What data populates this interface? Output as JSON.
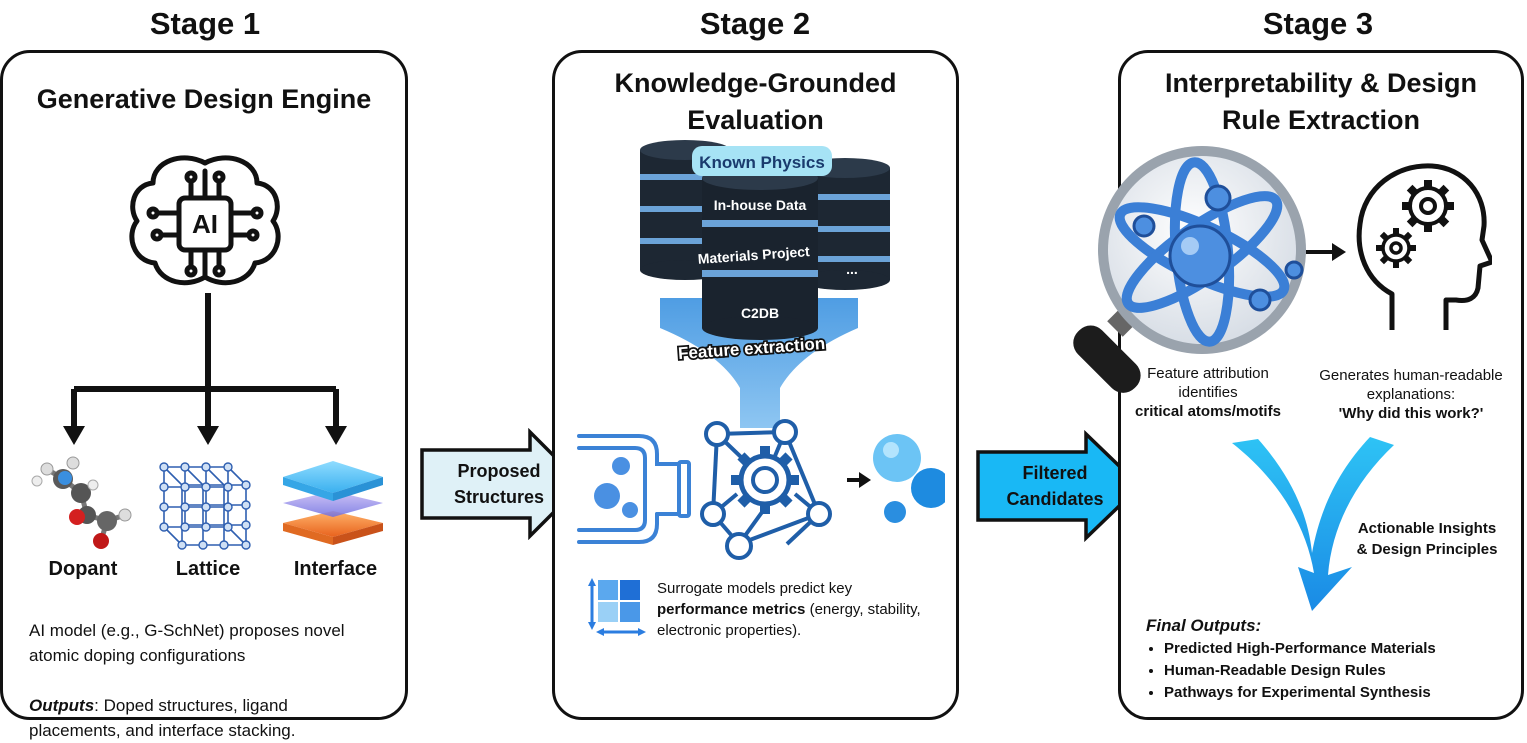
{
  "stages": [
    {
      "title": "Stage 1",
      "panel_title": "Generative Design Engine"
    },
    {
      "title": "Stage 2",
      "panel_title_line1": "Knowledge-Grounded",
      "panel_title_line2": "Evaluation"
    },
    {
      "title": "Stage 3",
      "panel_title_line1": "Interpretability & Design",
      "panel_title_line2": "Rule Extraction"
    }
  ],
  "stage1": {
    "ai_label": "AI",
    "structures": [
      "Dopant",
      "Lattice",
      "Interface"
    ],
    "description_line1": "AI model (e.g., G-SchNet) proposes novel",
    "description_line2": "atomic doping configurations",
    "outputs_label": "Outputs",
    "outputs_text": ": Doped structures, ligand",
    "outputs_line2": "placements, and interface stacking."
  },
  "arrow1": {
    "line1": "Proposed",
    "line2": "Structures"
  },
  "arrow2": {
    "line1": "Filtered",
    "line2": "Candidates"
  },
  "stage2": {
    "databases": [
      "Known Physics",
      "In-house Data",
      "Materials Project",
      "C2DB",
      "..."
    ],
    "funnel_label": "Feature extraction",
    "surrogate_line1": "Surrogate models predict key",
    "surrogate_bold": "performance metrics",
    "surrogate_rest": " (energy, stability,",
    "surrogate_line3": "electronic properties)."
  },
  "stage3": {
    "attr_line1": "Feature attribution",
    "attr_line2": "identifies",
    "attr_bold": "critical atoms/motifs",
    "gen_line1": "Generates human-readable",
    "gen_line2": "explanations:",
    "gen_bold": "'Why did this work?'",
    "insight_line1": "Actionable Insights",
    "insight_line2": "& Design Principles",
    "final_label": "Final Outputs:",
    "final_items": [
      "Predicted High-Performance Materials",
      "Human-Readable Design Rules",
      "Pathways for Experimental Synthesis"
    ]
  },
  "colors": {
    "accent_blue": "#1a9fe8",
    "light_blue": "#dff1f7",
    "cyan": "#19b8f5",
    "dark": "#111111",
    "db_dark": "#1d2733",
    "funnel": "#5aa8e8"
  }
}
